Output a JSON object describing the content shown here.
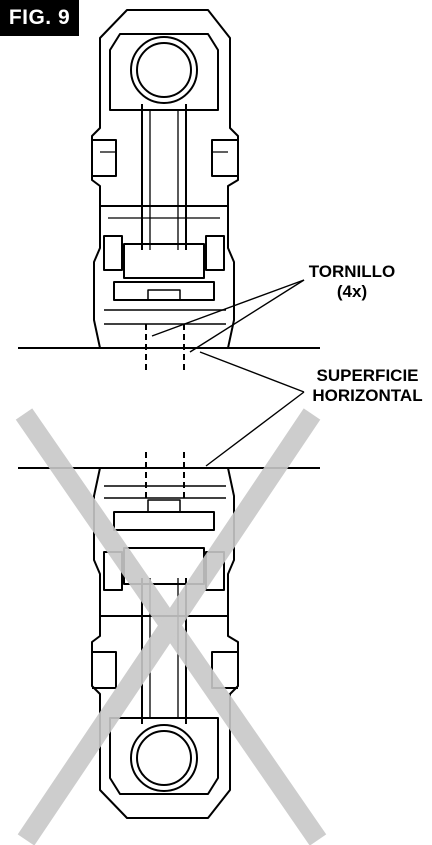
{
  "figure": {
    "tag": "FIG. 9",
    "callouts": {
      "screw": {
        "line1": "TORNILLO",
        "line2": "(4x)"
      },
      "surface": {
        "line1": "SUPERFICIE",
        "line2": "HORIZONTAL"
      }
    }
  },
  "colors": {
    "ink": "#000000",
    "cross": "#c8c8c8",
    "background": "#ffffff"
  }
}
